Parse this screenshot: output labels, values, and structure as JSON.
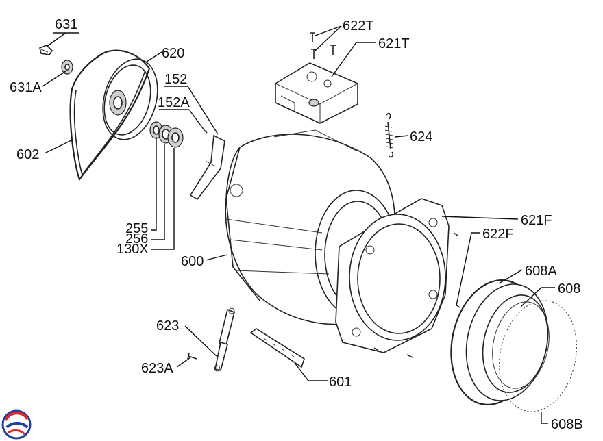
{
  "diagram": {
    "labels": {
      "l631": "631",
      "l631A": "631A",
      "l620": "620",
      "l602": "602",
      "l152": "152",
      "l152A": "152A",
      "l255": "255",
      "l256": "256",
      "l130X": "130X",
      "l622T": "622T",
      "l621T": "621T",
      "l624": "624",
      "l621F": "621F",
      "l622F": "622F",
      "l600": "600",
      "l608A": "608A",
      "l608": "608",
      "l623": "623",
      "l623A": "623A",
      "l601": "601",
      "l608B": "608B"
    },
    "logo_colors": {
      "red": "#e0262b",
      "blue": "#1f3f9a"
    }
  }
}
